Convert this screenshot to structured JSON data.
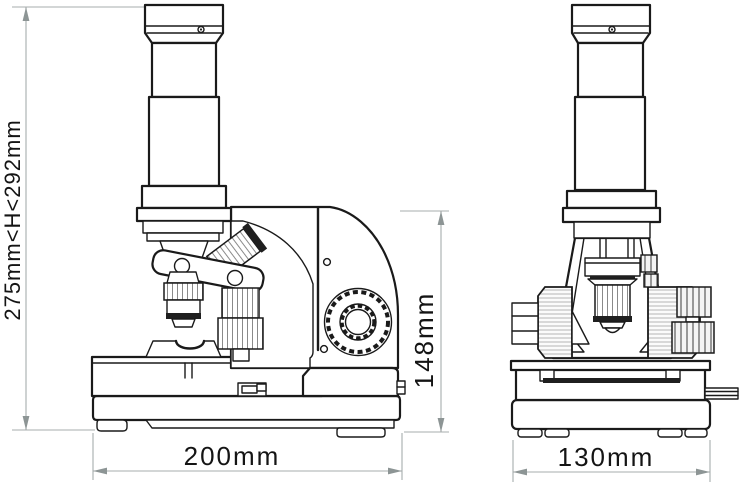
{
  "diagram": {
    "background": "#ffffff",
    "line_color": "#1a1a1a",
    "dimension_line_color": "#a7adad",
    "views": [
      {
        "id": "front-view"
      },
      {
        "id": "side-view"
      }
    ],
    "dimensions": {
      "overall_height": {
        "label": "275mm<H<292mm",
        "orientation": "vertical"
      },
      "body_height": {
        "label": "148mm",
        "orientation": "vertical"
      },
      "front_width": {
        "label": "200mm",
        "orientation": "horizontal"
      },
      "side_width": {
        "label": "130mm",
        "orientation": "horizontal"
      }
    }
  }
}
